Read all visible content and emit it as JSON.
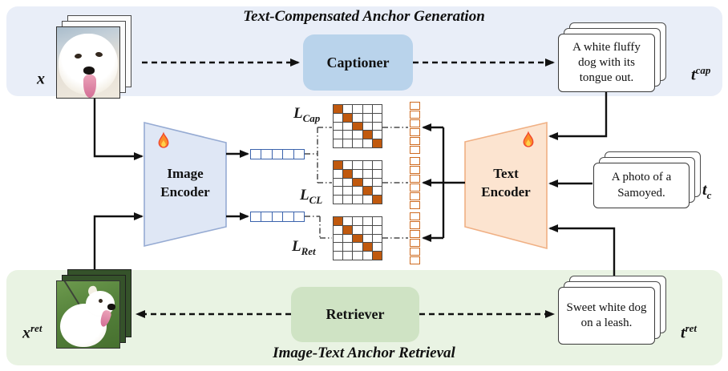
{
  "figure": {
    "top_section_title": "Text-Compensated Anchor Generation",
    "bottom_section_title": "Image-Text Anchor Retrieval"
  },
  "nodes": {
    "captioner": {
      "label": "Captioner"
    },
    "retriever": {
      "label": "Retriever"
    },
    "image_encoder": {
      "label": "Image Encoder",
      "trainable_icon": "fire"
    },
    "text_encoder": {
      "label": "Text Encoder",
      "trainable_icon": "fire"
    }
  },
  "inputs": {
    "image": {
      "symbol": "x",
      "sup": ""
    },
    "retrieved_image": {
      "symbol": "x",
      "sup": "ret"
    }
  },
  "texts": {
    "caption": {
      "content": "A white fluffy dog with its tongue out.",
      "symbol": "t",
      "sup": "cap"
    },
    "class_prompt": {
      "content": "A photo of a Samoyed.",
      "symbol": "t",
      "sub": "c"
    },
    "retrieved": {
      "content": "Sweet white dog on a leash.",
      "symbol": "t",
      "sup": "ret"
    }
  },
  "losses": {
    "cap": {
      "base": "L",
      "sub": "Cap"
    },
    "cl": {
      "base": "L",
      "sub": "CL"
    },
    "ret": {
      "base": "L",
      "sub": "Ret"
    }
  },
  "similarity_matrices": {
    "count": 3,
    "rows": 5,
    "cols": 5,
    "diagonal_highlighted": true
  },
  "image_embedding": {
    "count": 2,
    "cells": 5
  },
  "text_embedding": {
    "count": 3,
    "cells": 6
  },
  "colors": {
    "top_band_bg": "#e9eef8",
    "bottom_band_bg": "#e9f3e3",
    "captioner_bg": "#b9d3eb",
    "retriever_bg": "#cfe3c4",
    "image_encoder_bg": "#dfe7f5",
    "image_encoder_border": "#96abd3",
    "text_encoder_bg": "#fce4d0",
    "text_encoder_border": "#f0b084",
    "matrix_diagonal": "#c0590e",
    "matrix_grid": "#4a4a4a",
    "image_embedding_border": "#3b63ad",
    "text_embedding_border": "#cf6b20",
    "arrow": "#111111"
  }
}
